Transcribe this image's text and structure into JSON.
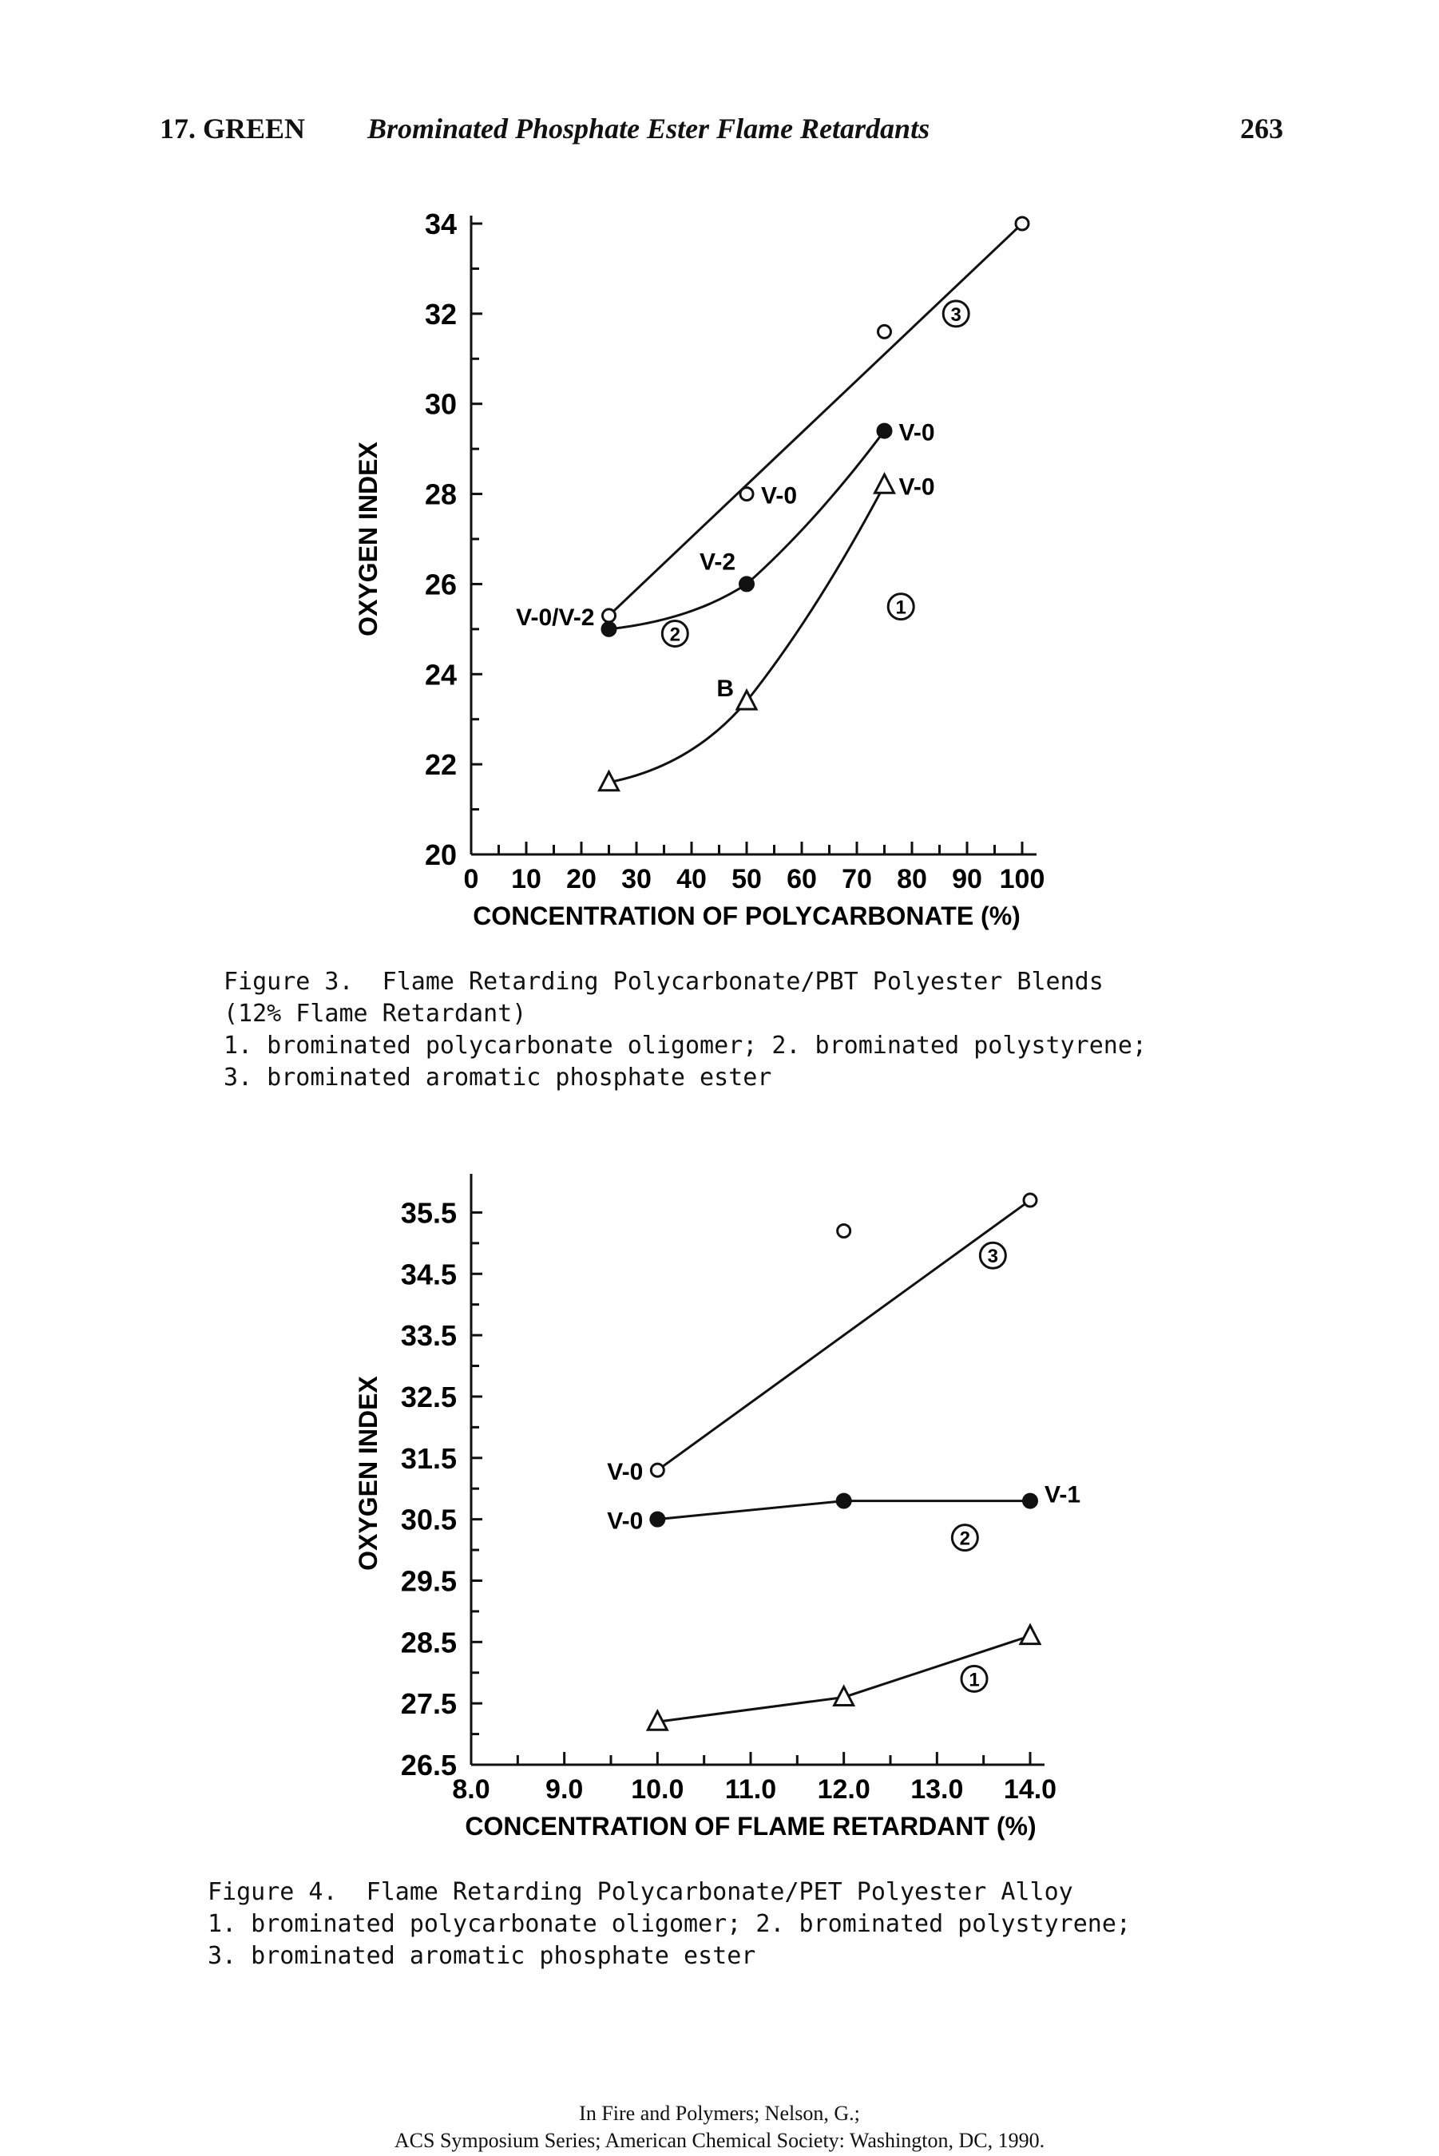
{
  "header": {
    "chapter": "17. GREEN",
    "running_title": "Brominated Phosphate Ester Flame Retardants",
    "page_number": "263"
  },
  "figures": [
    {
      "caption_title": "Figure 3.  Flame Retarding Polycarbonate/PBT Polyester Blends",
      "caption_line2": "(12% Flame Retardant)",
      "caption_line3": "1. brominated polycarbonate oligomer; 2. brominated polystyrene;",
      "caption_line4": "3. brominated aromatic phosphate ester"
    },
    {
      "caption_title": "Figure 4.  Flame Retarding Polycarbonate/PET Polyester Alloy",
      "caption_line2": "1. brominated polycarbonate oligomer; 2. brominated polystyrene;",
      "caption_line3": "3. brominated aromatic phosphate ester"
    }
  ],
  "footer": {
    "line1": "In Fire and Polymers; Nelson, G.;",
    "line2": "ACS Symposium Series; American Chemical Society: Washington, DC, 1990."
  },
  "chart_data": [
    {
      "type": "line",
      "xlabel": "CONCENTRATION OF POLYCARBONATE (%)",
      "ylabel": "OXYGEN INDEX",
      "xlim": [
        0,
        100
      ],
      "ylim": [
        20,
        34
      ],
      "x_ticks": [
        0,
        10,
        20,
        30,
        40,
        50,
        60,
        70,
        80,
        90,
        100
      ],
      "y_ticks": [
        20,
        22,
        24,
        26,
        28,
        30,
        32,
        34
      ],
      "grid": false,
      "series": [
        {
          "name": "3",
          "marker": "open-circle",
          "line": "straight",
          "x": [
            25,
            50,
            75,
            100
          ],
          "y": [
            25.3,
            28.0,
            31.6,
            34.0
          ]
        },
        {
          "name": "2",
          "marker": "filled-circle",
          "line": "curve",
          "x": [
            25,
            50,
            75
          ],
          "y": [
            25.0,
            26.0,
            29.4
          ]
        },
        {
          "name": "1",
          "marker": "open-triangle",
          "line": "curve",
          "x": [
            25,
            50,
            75
          ],
          "y": [
            21.6,
            23.4,
            28.2
          ]
        }
      ],
      "annotations": [
        {
          "text": "V-0/V-2",
          "x": 25,
          "y": 25.3
        },
        {
          "text": "V-0",
          "x": 50,
          "y": 28.0
        },
        {
          "text": "V-2",
          "x": 50,
          "y": 26.0
        },
        {
          "text": "V-0",
          "x": 75,
          "y": 29.4
        },
        {
          "text": "V-0",
          "x": 75,
          "y": 28.2
        },
        {
          "text": "B",
          "x": 50,
          "y": 23.4
        }
      ],
      "series_tags": [
        {
          "text": "3",
          "x": 88,
          "y": 32.0
        },
        {
          "text": "2",
          "x": 37,
          "y": 24.9
        },
        {
          "text": "1",
          "x": 78,
          "y": 25.5
        }
      ]
    },
    {
      "type": "line",
      "xlabel": "CONCENTRATION OF FLAME RETARDANT (%)",
      "ylabel": "OXYGEN INDEX",
      "xlim": [
        8,
        14
      ],
      "ylim": [
        26.5,
        36.0
      ],
      "x_ticks": [
        8.0,
        9.0,
        10.0,
        11.0,
        12.0,
        13.0,
        14.0
      ],
      "x_tick_labels": [
        "8.0",
        "9.0",
        "10.0",
        "11.0",
        "12.0",
        "13.0",
        "14.0"
      ],
      "y_ticks": [
        26.5,
        27.5,
        28.5,
        29.5,
        30.5,
        31.5,
        32.5,
        33.5,
        34.5,
        35.5
      ],
      "y_tick_labels": [
        "26.5",
        "27.5",
        "28.5",
        "29.5",
        "30.5",
        "31.5",
        "32.5",
        "33.5",
        "34.5",
        "35.5"
      ],
      "grid": false,
      "series": [
        {
          "name": "3",
          "marker": "open-circle",
          "line": "straight",
          "x": [
            10,
            12,
            14
          ],
          "y": [
            31.3,
            35.2,
            35.7
          ]
        },
        {
          "name": "2",
          "marker": "filled-circle",
          "line": "straight",
          "x": [
            10,
            12,
            14
          ],
          "y": [
            30.5,
            30.8,
            30.8
          ]
        },
        {
          "name": "1",
          "marker": "open-triangle",
          "line": "straight",
          "x": [
            10,
            12,
            14
          ],
          "y": [
            27.2,
            27.6,
            28.6
          ]
        }
      ],
      "annotations": [
        {
          "text": "V-0",
          "x": 10,
          "y": 31.3
        },
        {
          "text": "V-0",
          "x": 10,
          "y": 30.5
        },
        {
          "text": "V-1",
          "x": 14,
          "y": 30.8
        }
      ],
      "series_tags": [
        {
          "text": "3",
          "x": 13.6,
          "y": 34.8
        },
        {
          "text": "2",
          "x": 13.3,
          "y": 30.2
        },
        {
          "text": "1",
          "x": 13.4,
          "y": 27.9
        }
      ]
    }
  ]
}
